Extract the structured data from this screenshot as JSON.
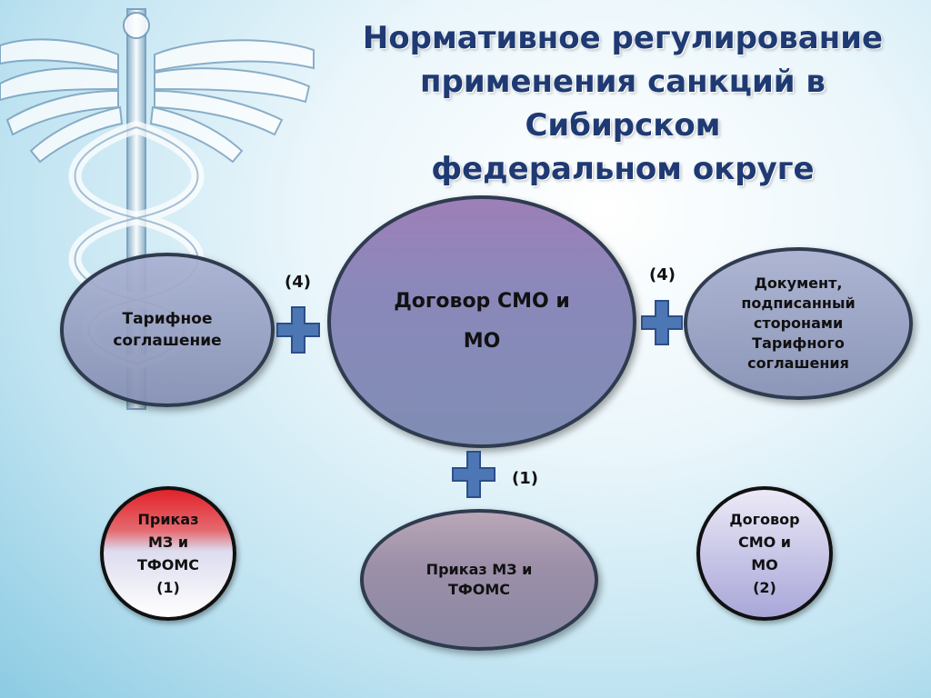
{
  "title": {
    "line1": "Нормативное регулирование",
    "line2": "применения санкций в Сибирском",
    "line3": "федеральном округе"
  },
  "nodes": {
    "tarif": "Тарифное соглашение",
    "center_line1": "Договор СМО и",
    "center_line2": "МО",
    "document": "Документ, подписанный сторонами Тарифного соглашения",
    "prikaz_bottom_line1": "Приказ МЗ и",
    "prikaz_bottom_line2": "ТФОМС"
  },
  "connectors": {
    "left": "(4)",
    "right": "(4)",
    "bottom": "(1)"
  },
  "legend": {
    "red_line1": "Приказ",
    "red_line2": "МЗ и",
    "red_line3": "ТФОМС",
    "red_line4": "(1)",
    "blue_line1": "Договор",
    "blue_line2": "СМО и",
    "blue_line3": "МО",
    "blue_line4": "(2)"
  },
  "colors": {
    "title": "#1f3a73",
    "plus_fill": "#4d76b5",
    "plus_stroke": "#2c4f88",
    "legend_red": "#e2222a",
    "legend_blue": "#a9a7d8"
  }
}
